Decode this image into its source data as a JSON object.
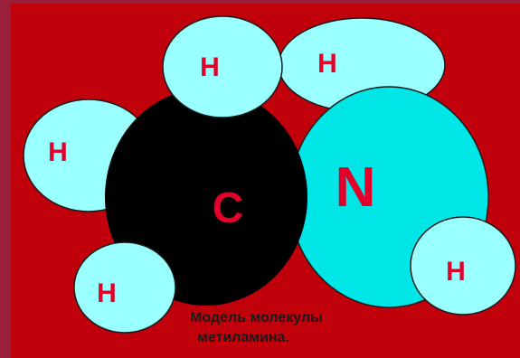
{
  "diagram": {
    "atoms": {
      "h_top": "H",
      "h_upper_right": "H",
      "h_left": "H",
      "carbon": "C",
      "nitrogen": "N",
      "h_lower_left": "H",
      "h_lower_right": "H"
    },
    "caption": {
      "line1": "Модель молекулы",
      "line2": "метиламина."
    },
    "colors": {
      "background": "#c0000b",
      "frame": "#9a1f3a",
      "hydrogen": "#99ffff",
      "nitrogen": "#00e6e6",
      "carbon": "#000000",
      "label": "#e0002a",
      "caption": "#1a1a1a",
      "outline": "#1a1a1a"
    }
  }
}
